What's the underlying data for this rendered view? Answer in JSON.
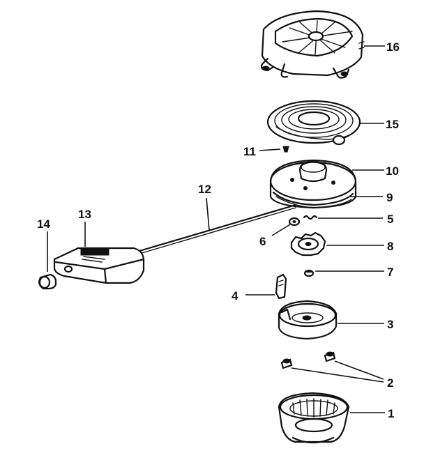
{
  "diagram": {
    "callouts": [
      {
        "id": "16",
        "label": "16"
      },
      {
        "id": "15",
        "label": "15"
      },
      {
        "id": "11",
        "label": "11"
      },
      {
        "id": "10",
        "label": "10"
      },
      {
        "id": "12",
        "label": "12"
      },
      {
        "id": "9",
        "label": "9"
      },
      {
        "id": "13",
        "label": "13"
      },
      {
        "id": "5",
        "label": "5"
      },
      {
        "id": "14",
        "label": "14"
      },
      {
        "id": "6",
        "label": "6"
      },
      {
        "id": "8",
        "label": "8"
      },
      {
        "id": "7",
        "label": "7"
      },
      {
        "id": "4",
        "label": "4"
      },
      {
        "id": "3",
        "label": "3"
      },
      {
        "id": "2",
        "label": "2"
      },
      {
        "id": "1",
        "label": "1"
      }
    ]
  }
}
